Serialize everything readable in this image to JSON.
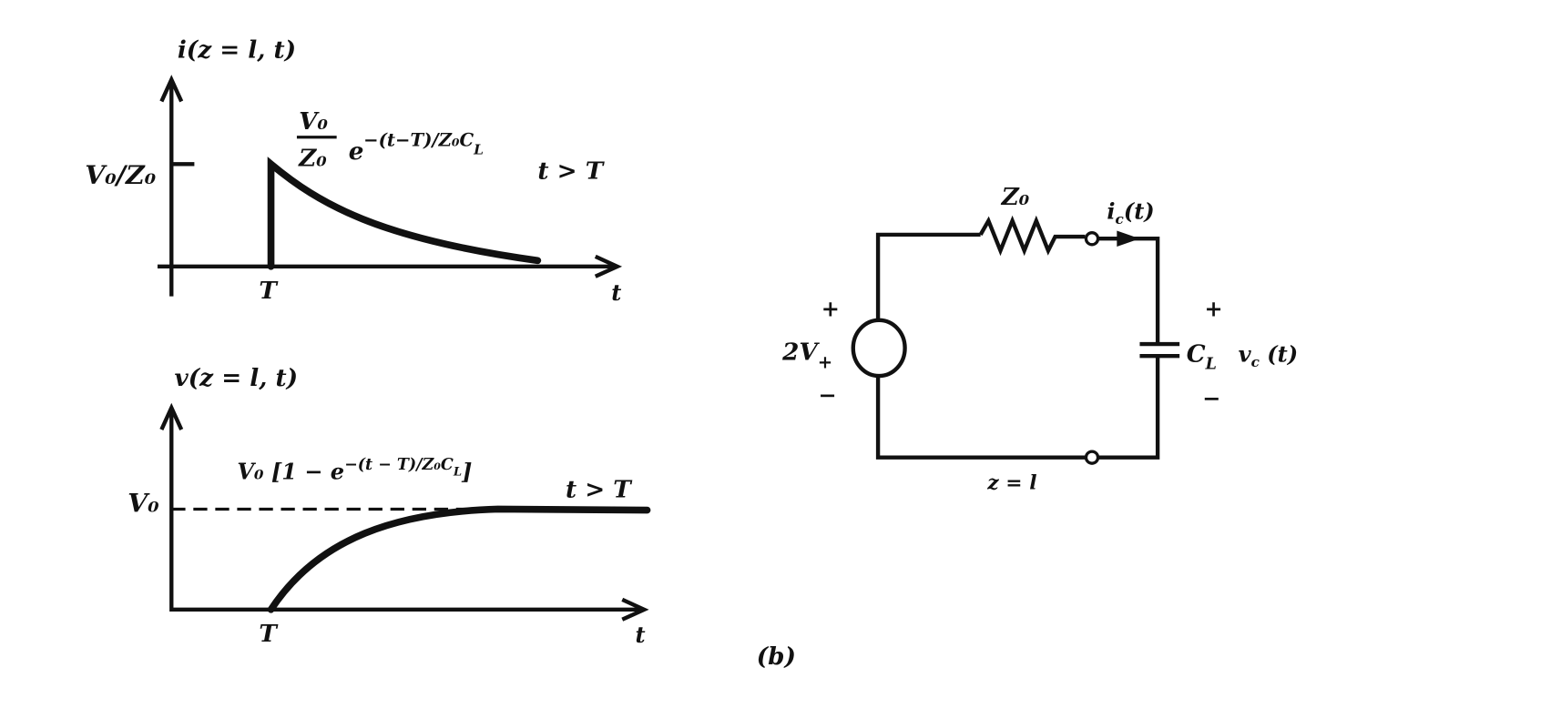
{
  "current_plot": {
    "y_label": "i(z = l, t)",
    "y_tick": "V₀/Z₀",
    "x_tick": "T",
    "x_label": "t",
    "formula_num": "V₀",
    "formula_den": "Z₀",
    "formula_exp": "e",
    "formula_sup": "−(t−T)/Z₀C",
    "formula_sup_sub": "L",
    "condition": "t > T"
  },
  "voltage_plot": {
    "y_label": "v(z = l, t)",
    "y_tick": "V₀",
    "x_tick": "T",
    "x_label": "t",
    "formula": "V₀ [1 − e",
    "formula_sup": "−(t − T)/Z₀C",
    "formula_sup_sub": "L",
    "formula_close": "]",
    "condition": "t > T"
  },
  "circuit": {
    "resistor_label": "Z₀",
    "current_label": "i",
    "current_sub": "c",
    "current_arg": "(t)",
    "source_label": "2V",
    "source_sub": "+",
    "source_plus": "+",
    "source_minus": "−",
    "cap_label": "C",
    "cap_sub": "L",
    "cap_voltage": "v",
    "cap_voltage_sub": "c",
    "cap_voltage_arg": " (t)",
    "cap_plus": "+",
    "cap_minus": "−",
    "position_label": "z = l"
  },
  "caption": "(b)"
}
